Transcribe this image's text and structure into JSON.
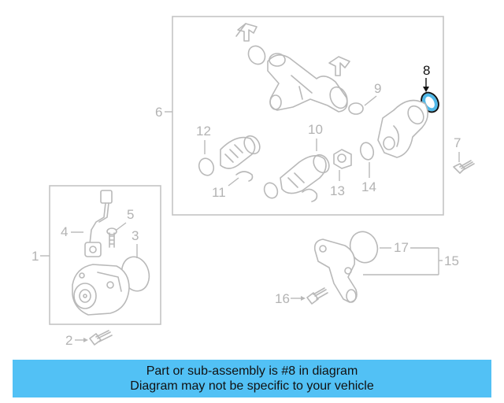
{
  "callouts": {
    "c1": "1",
    "c2": "2",
    "c3": "3",
    "c4": "4",
    "c5": "5",
    "c6": "6",
    "c7": "7",
    "c8": "8",
    "c9": "9",
    "c10": "10",
    "c11": "11",
    "c12": "12",
    "c13": "13",
    "c14": "14",
    "c15": "15",
    "c16": "16",
    "c17": "17"
  },
  "highlighted_part": "8",
  "colors": {
    "highlight_ring": "#4fb8e8",
    "banner": "#52c1f5",
    "line_art": "#b9b9b9"
  },
  "banner": {
    "line1": "Part or sub-assembly is #8 in diagram",
    "line2": "Diagram may not be specific to your vehicle"
  }
}
